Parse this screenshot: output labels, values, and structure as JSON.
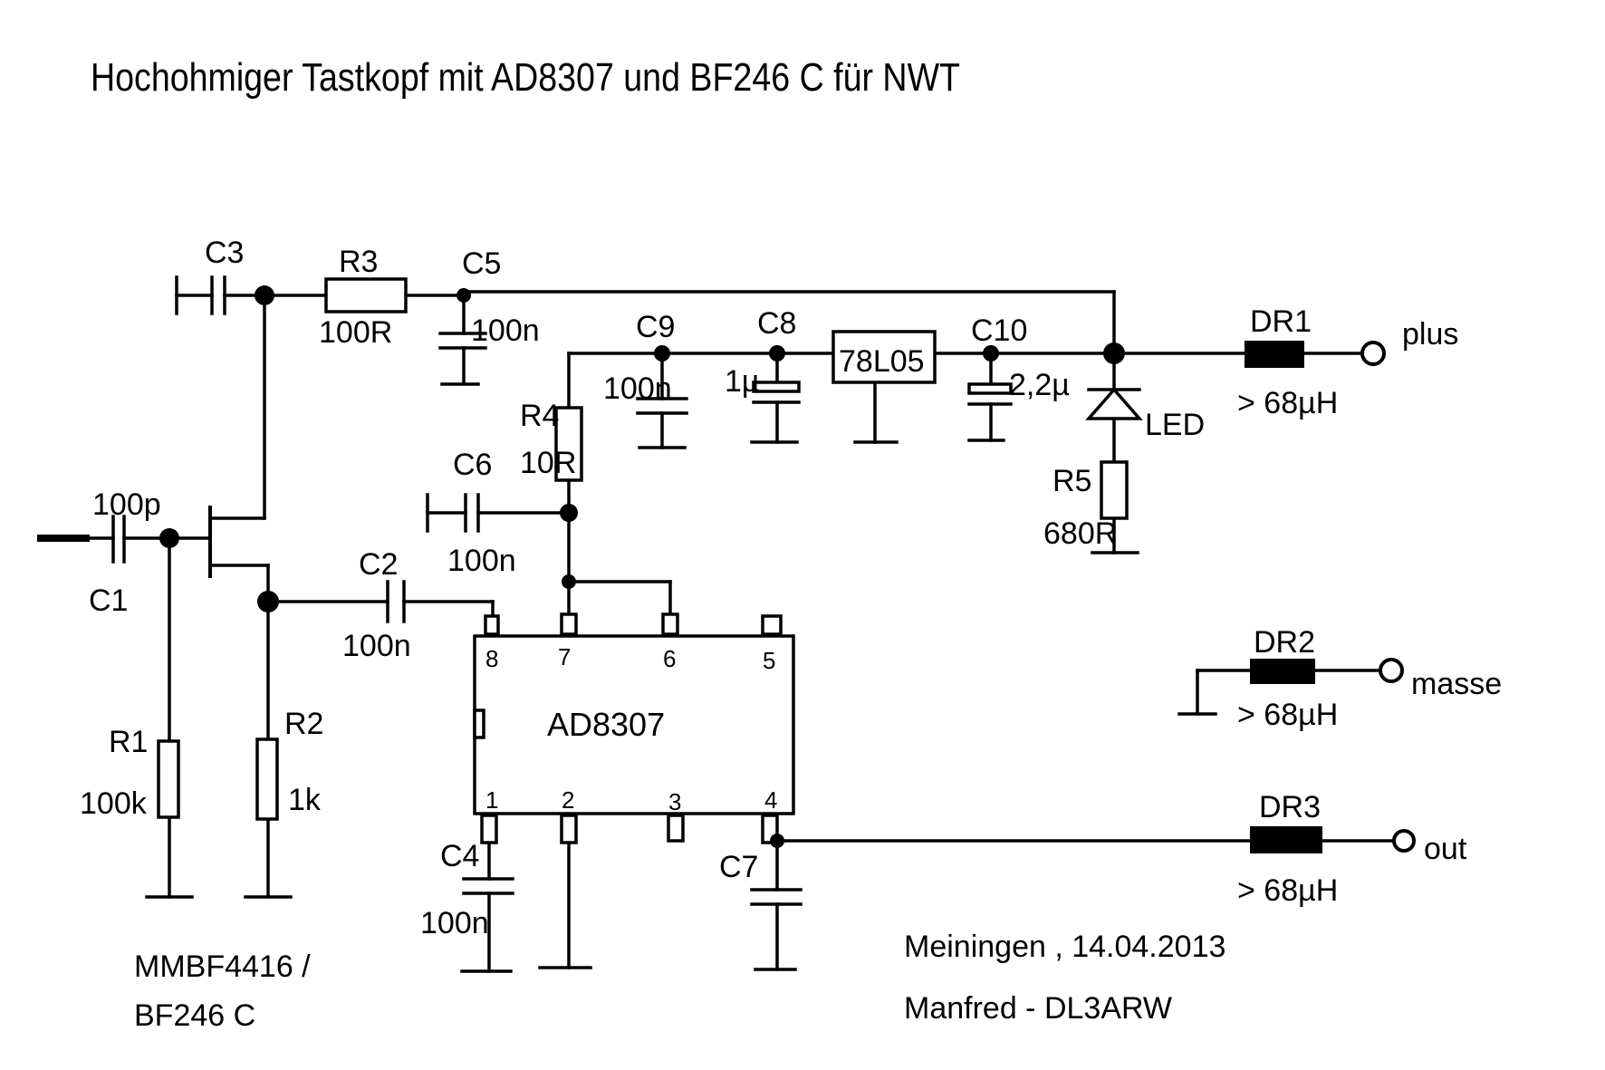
{
  "title": "Hochohmiger  Tastkopf  mit AD8307   und  BF246 C   für  NWT",
  "ic": {
    "name": "AD8307",
    "pins": [
      "1",
      "2",
      "3",
      "4",
      "5",
      "6",
      "7",
      "8"
    ]
  },
  "regulator": "78L05",
  "components": {
    "C1": {
      "ref": "C1",
      "value": "100p"
    },
    "C2": {
      "ref": "C2",
      "value": "100n"
    },
    "C3": {
      "ref": "C3",
      "value": ""
    },
    "C4": {
      "ref": "C4",
      "value": "100n"
    },
    "C5": {
      "ref": "C5",
      "value": "100n"
    },
    "C6": {
      "ref": "C6",
      "value": "100n"
    },
    "C7": {
      "ref": "C7",
      "value": ""
    },
    "C8": {
      "ref": "C8",
      "value": "1µ"
    },
    "C9": {
      "ref": "C9",
      "value": "100n"
    },
    "C10": {
      "ref": "C10",
      "value": "2,2µ"
    },
    "R1": {
      "ref": "R1",
      "value": "100k"
    },
    "R2": {
      "ref": "R2",
      "value": "1k"
    },
    "R3": {
      "ref": "R3",
      "value": "100R"
    },
    "R4": {
      "ref": "R4",
      "value": "10R"
    },
    "R5": {
      "ref": "R5",
      "value": "680R"
    },
    "LED": {
      "ref": "LED"
    },
    "DR1": {
      "ref": "DR1",
      "value": "> 68µH"
    },
    "DR2": {
      "ref": "DR2",
      "value": "> 68µH"
    },
    "DR3": {
      "ref": "DR3",
      "value": "> 68µH"
    }
  },
  "terminals": {
    "plus": "plus",
    "masse": "masse",
    "out": "out"
  },
  "transistor": {
    "line1": "MMBF4416 /",
    "line2": "BF246 C"
  },
  "footer": {
    "place_date": "Meiningen , 14.04.2013",
    "author": "Manfred  -  DL3ARW"
  }
}
